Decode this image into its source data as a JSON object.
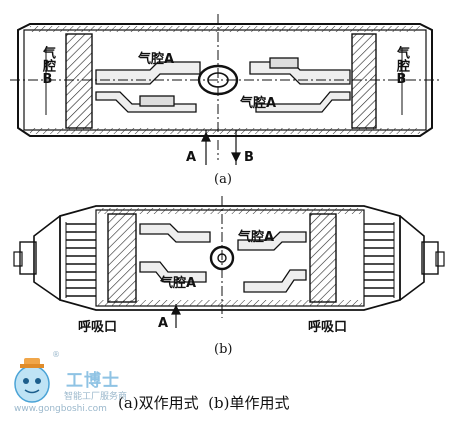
{
  "diagram_a": {
    "chamber_b_left": "气腔B",
    "chamber_b_right": "气腔B",
    "chamber_a_top": "气腔A",
    "chamber_a_center": "气腔A",
    "port_a": "A",
    "port_b": "B",
    "caption": "(a)"
  },
  "diagram_b": {
    "chamber_a_top": "气腔A",
    "chamber_a_bottom": "气腔A",
    "breathing_left": "呼吸口",
    "breathing_right": "呼吸口",
    "port_a": "A",
    "caption": "(b)"
  },
  "caption": {
    "text": "(a)双作用式  (b)单作用式"
  },
  "watermark": {
    "brand": "工博士",
    "slogan": "智能工厂服务商",
    "url": "www.gongboshi.com",
    "badge": "®"
  }
}
